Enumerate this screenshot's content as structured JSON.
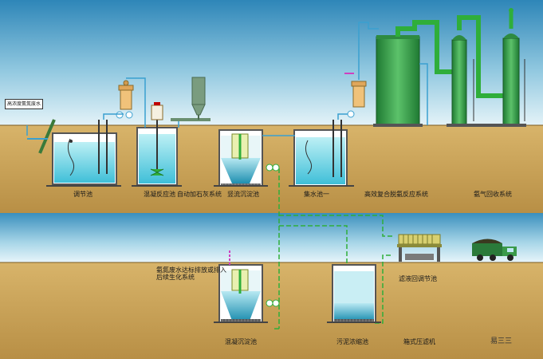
{
  "upper_labels": {
    "inlet_tag": "高浓度氨氮废水",
    "regulating_tank": "调节池",
    "coag_reaction_tank": "混凝反应池",
    "auto_lime_system": "自动加石灰系统",
    "vertical_settler": "竖流沉淀池",
    "collection_tank_1": "集水池一",
    "deamm_reactor_system": "高效复合脱氨反应系统",
    "ammonia_recovery_system": "氨气回收系统"
  },
  "lower_labels": {
    "discharge_note": "氨氮废水达标排放或排入后续生化系统",
    "coag_settler": "混凝沉淀池",
    "sludge_thickener": "污泥浓缩池",
    "filtrate_return": "滤液回调节池",
    "box_filter_press": "箱式压滤机"
  },
  "watermark": "易三三",
  "colors": {
    "sky_top": "#2e86b8",
    "sky_bottom": "#e4f3f8",
    "soil": "#c9a35a",
    "water": "#5fd0e0",
    "pipe_blue": "#3aa0d0",
    "pipe_green": "#2fae3a",
    "tower_green": "#2e8b40"
  }
}
